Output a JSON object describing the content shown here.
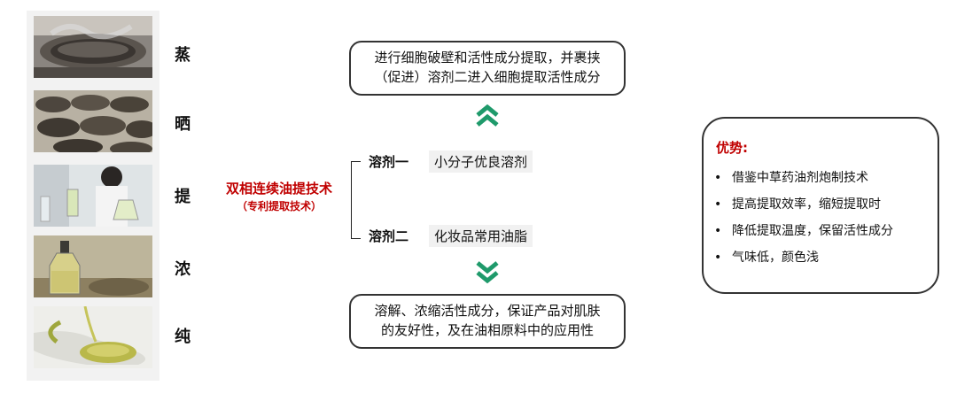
{
  "steps": [
    "蒸",
    "晒",
    "提",
    "浓",
    "纯"
  ],
  "technique": {
    "title": "双相连续油提技术",
    "subtitle": "（专利提取技术）"
  },
  "solvents": [
    {
      "label": "溶剂一",
      "desc": "小分子优良溶剂"
    },
    {
      "label": "溶剂二",
      "desc": "化妆品常用油脂"
    }
  ],
  "top_box": {
    "line1": "进行细胞破壁和活性成分提取，并裹挟",
    "line2": "（促进）溶剂二进入细胞提取活性成分"
  },
  "bottom_box": {
    "line1": "溶解、浓缩活性成分，保证产品对肌肤",
    "line2": "的友好性，及在油相原料中的应用性"
  },
  "advantages": {
    "title": "优势:",
    "items": [
      "借鉴中草药油剂炮制技术",
      "提高提取效率，缩短提取时",
      "降低提取温度，保留活性成分",
      "气味低，颜色浅"
    ],
    "bullet": "•"
  },
  "colors": {
    "accent_red": "#c00000",
    "accent_green": "#1f9a6b"
  },
  "icons": {
    "up": "double-chevron-up-icon",
    "down": "double-chevron-down-icon"
  }
}
